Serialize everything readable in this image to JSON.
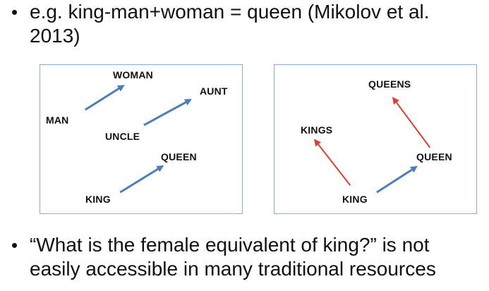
{
  "bullets": [
    {
      "symbol": "•",
      "lines": [
        "e.g. king-man+woman = queen (Mikolov et al.",
        "2013)"
      ]
    },
    {
      "symbol": "•",
      "lines": [
        "“What is the female equivalent of king?” is not",
        "easily accessible in many traditional resources"
      ]
    }
  ],
  "diagram_left": {
    "labels": {
      "woman": "WOMAN",
      "man": "MAN",
      "aunt": "AUNT",
      "uncle": "UNCLE",
      "queen": "QUEEN",
      "king": "KING"
    },
    "arrow_color": "#4a7ebb"
  },
  "diagram_right": {
    "labels": {
      "queens": "QUEENS",
      "kings": "KINGS",
      "queen": "QUEEN",
      "king": "KING"
    },
    "arrow_colors": {
      "gender": "#4a7ebb",
      "plural": "#e03c31"
    }
  }
}
